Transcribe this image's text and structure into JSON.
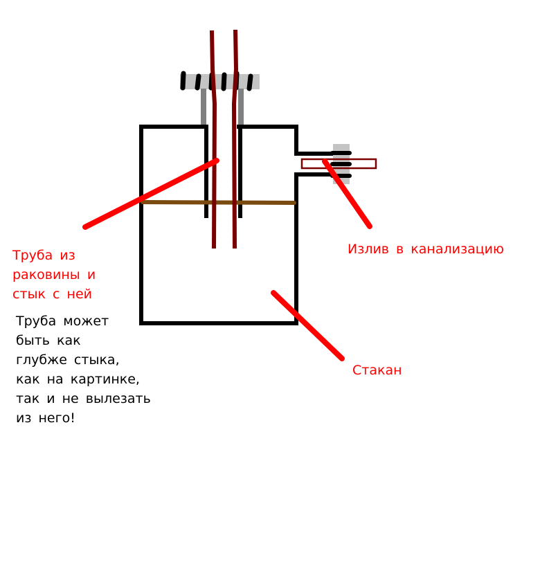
{
  "colors": {
    "annotation": "#ff0000",
    "outline": "#000000",
    "pipe": "#7a0000",
    "water_level": "#7a4a10",
    "seal": "#c4c4c4",
    "bracket": "#808080"
  },
  "labels": {
    "sink_pipe": "Труба из\nраковины и\nстык с ней",
    "note": "Труба может\nбыть как\nглубже стыка,\nкак на картинке,\nтак и не вылезать\nиз него!",
    "outlet": "Излив в канализацию",
    "glass": "Стакан"
  }
}
